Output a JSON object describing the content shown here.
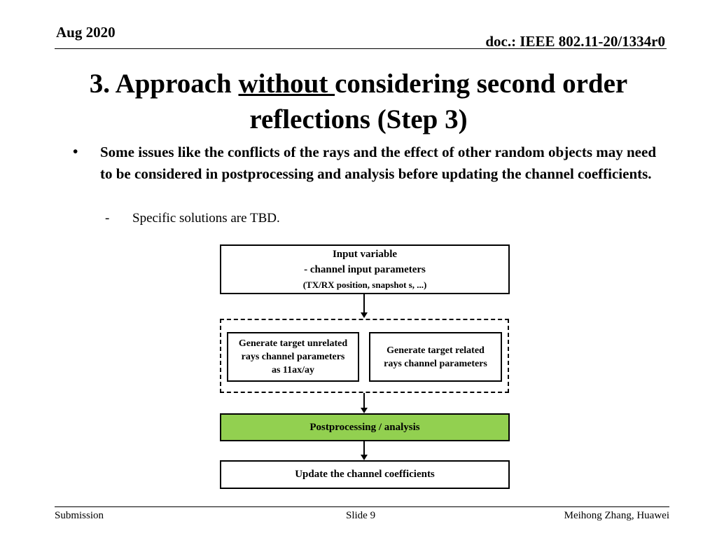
{
  "header": {
    "date": "Aug 2020",
    "doc": "doc.: IEEE 802.11-20/1334r0"
  },
  "title": {
    "part1": "3. Approach ",
    "underlined": "without ",
    "part2": "considering second order",
    "line2": "reflections (Step 3)"
  },
  "body": {
    "bullet_marker": "•",
    "bullet": "Some issues like the conflicts of the rays and the effect of other random objects may need to be considered in postprocessing and analysis before updating the channel coefficients.",
    "sub_marker": "-",
    "sub_bullet": "Specific solutions are TBD."
  },
  "diagram": {
    "input_title": "Input variable",
    "input_line2": "- channel input parameters",
    "input_line3": "(TX/RX position,  snapshot s, ...)",
    "unrelated_line1": "Generate target unrelated",
    "unrelated_line2": "rays channel parameters",
    "unrelated_line3": "as 11ax/ay",
    "related_line1": "Generate target related",
    "related_line2": "rays channel parameters",
    "postprocessing": "Postprocessing / analysis",
    "update": "Update the channel coefficients",
    "postprocessing_color": "#92d050"
  },
  "footer": {
    "left": "Submission",
    "center": "Slide 9",
    "right": "Meihong Zhang, Huawei"
  }
}
